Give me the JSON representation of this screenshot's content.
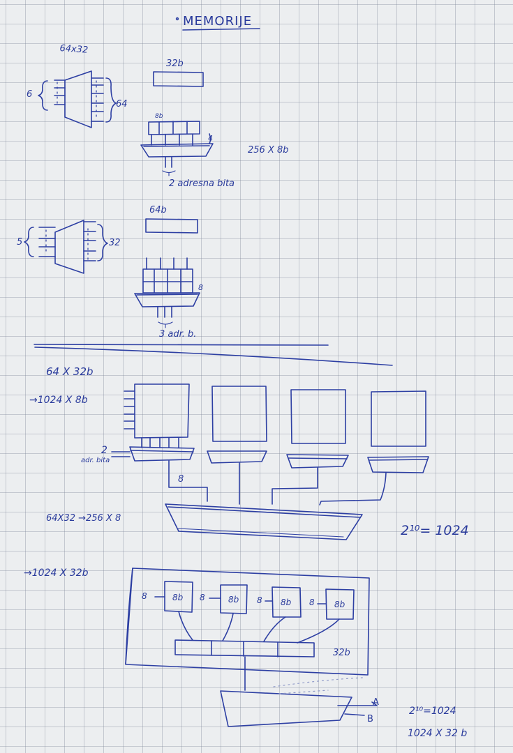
{
  "title": "MEMORIJE",
  "section1": {
    "label_64x32": "64x32",
    "label_6": "6",
    "label_64": "64",
    "label_32b": "32b",
    "label_8b": "8b",
    "label_4": "4",
    "label_256x8b": "256 X 8b",
    "label_2_adresna_bita": "2 adresna bita"
  },
  "section2": {
    "label_5": "5",
    "label_32": "32",
    "label_64b": "64b",
    "label_8": "8",
    "label_3_adr_b": "3 adr. b."
  },
  "section3": {
    "label_64x32b": "64 X 32b",
    "label_to_1024x8b": "→1024 X 8b",
    "label_2": "2",
    "label_adr_bita": "adr. bita",
    "label_8": "8",
    "label_64x32_to_256x8": "64X32 →256 X 8",
    "label_2_10_1024": "2¹⁰= 1024"
  },
  "section4": {
    "label_to_1024x32b": "→1024 X 32b",
    "chip_labels": [
      "8b",
      "8b",
      "8b",
      "8b"
    ],
    "input_labels": [
      "8",
      "8",
      "8",
      "8"
    ],
    "label_32b": "32b",
    "label_A": "A",
    "label_B": "B",
    "label_2_10_1024": "2¹⁰=1024",
    "label_1024x32b": "1024 X 32 b"
  }
}
